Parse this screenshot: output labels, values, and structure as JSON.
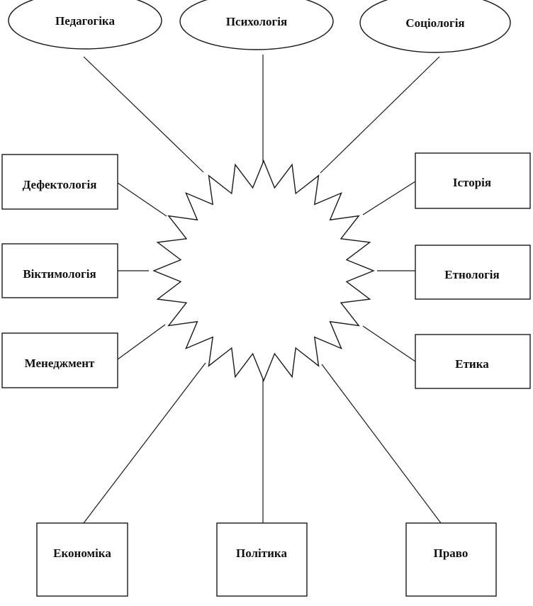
{
  "center": {
    "label": ""
  },
  "nodes": {
    "pedagogy": "Педагогіка",
    "psychology": "Психологія",
    "sociology": "Соціологія",
    "defectology": "Дефектологія",
    "history": "Історія",
    "victimology": "Віктимологія",
    "ethnology": "Етнологія",
    "management": "Менеджмент",
    "ethics": "Етика",
    "economics": "Економіка",
    "politics": "Політика",
    "law": "Право"
  }
}
